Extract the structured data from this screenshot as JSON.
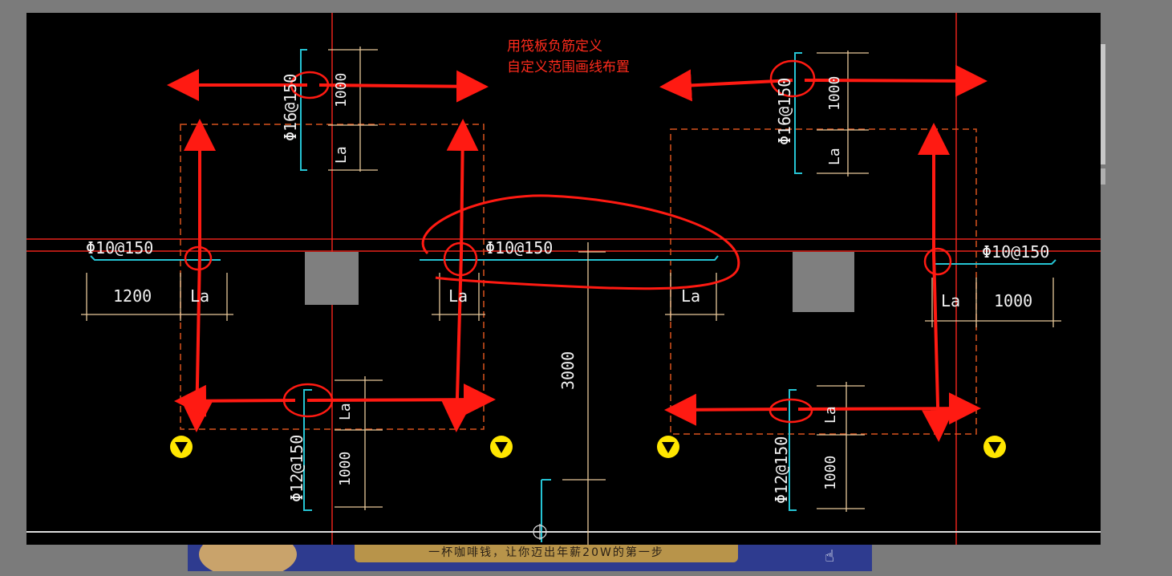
{
  "annotation": {
    "line1": "用筏板负筋定义",
    "line2": "自定义范围画线布置"
  },
  "rebar_labels": {
    "top_left_vertical": "Φ16@150",
    "top_right_vertical": "Φ16@150",
    "bottom_left_vertical": "Φ12@150",
    "bottom_right_vertical": "Φ12@150",
    "left_horizontal": "Φ10@150",
    "center_horizontal": "Φ10@150",
    "right_horizontal": "Φ10@150"
  },
  "dimensions": {
    "top_left_1000": "1000",
    "top_right_1000": "1000",
    "bottom_left_1000": "1000",
    "bottom_right_1000": "1000",
    "left_1200": "1200",
    "right_1000": "1000",
    "center_3000": "3000",
    "la": "La"
  },
  "banner": {
    "text": "一杯咖啡钱，让你迈出年薪20W的第一步"
  },
  "icons": {
    "axis_marker": "downward-triangle-in-yellow-circle",
    "hand": "hand-pointer-icon"
  },
  "colors": {
    "background": "#000000",
    "axis_red": "#e8221b",
    "rebar_cyan": "#25c4d4",
    "dimension_tan": "#e8c89a",
    "dashed_orange": "#d8521e",
    "marker_yellow": "#ffe600",
    "column_gray": "#7f7f7f"
  }
}
